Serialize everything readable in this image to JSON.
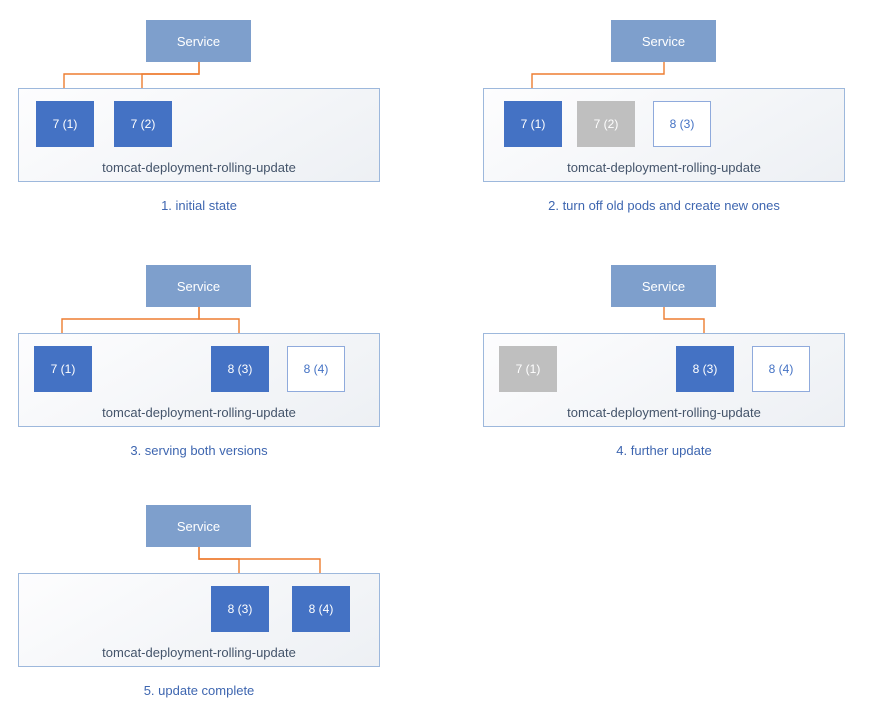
{
  "diagram": {
    "panels": [
      {
        "service_label": "Service",
        "deployment_label": "tomcat-deployment-rolling-update",
        "caption": "1. initial state",
        "pods": [
          {
            "label": "7 (1)",
            "state": "active"
          },
          {
            "label": "7 (2)",
            "state": "active"
          }
        ],
        "arrow_targets": [
          0,
          1
        ]
      },
      {
        "service_label": "Service",
        "deployment_label": "tomcat-deployment-rolling-update",
        "caption": "2. turn off old pods and create new ones",
        "pods": [
          {
            "label": "7 (1)",
            "state": "active"
          },
          {
            "label": "7 (2)",
            "state": "terminated"
          },
          {
            "label": "8 (3)",
            "state": "new"
          }
        ],
        "arrow_targets": [
          0
        ]
      },
      {
        "service_label": "Service",
        "deployment_label": "tomcat-deployment-rolling-update",
        "caption": "3. serving both versions",
        "pods": [
          {
            "label": "7 (1)",
            "state": "active"
          },
          {
            "label": "8 (3)",
            "state": "active"
          },
          {
            "label": "8 (4)",
            "state": "new"
          }
        ],
        "arrow_targets": [
          0,
          1
        ]
      },
      {
        "service_label": "Service",
        "deployment_label": "tomcat-deployment-rolling-update",
        "caption": "4. further update",
        "pods": [
          {
            "label": "7 (1)",
            "state": "terminated"
          },
          {
            "label": "8 (3)",
            "state": "active"
          },
          {
            "label": "8 (4)",
            "state": "new"
          }
        ],
        "arrow_targets": [
          1
        ]
      },
      {
        "service_label": "Service",
        "deployment_label": "tomcat-deployment-rolling-update",
        "caption": "5. update complete",
        "pods": [
          {
            "label": "8 (3)",
            "state": "active"
          },
          {
            "label": "8 (4)",
            "state": "active"
          }
        ],
        "arrow_targets": [
          0,
          1
        ]
      }
    ],
    "colors": {
      "service_fill": "#7E9FCC",
      "pod_active": "#4472C4",
      "pod_terminated": "#BFBFBF",
      "pod_new_border": "#8FAADC",
      "pod_new_text": "#4472C4",
      "arrow": "#ED7D31",
      "container_border": "#9DB8DC",
      "label_text": "#44546A",
      "caption_text": "#3E66B0"
    }
  }
}
